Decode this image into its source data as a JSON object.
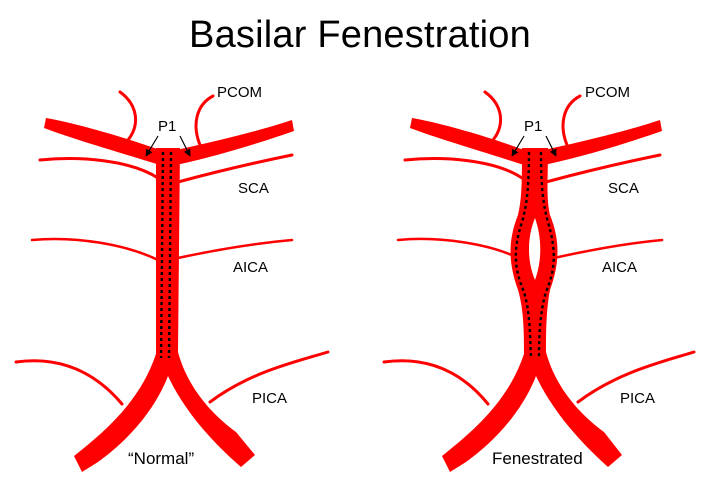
{
  "title": "Basilar Fenestration",
  "labels": {
    "pcom": "PCOM",
    "p1": "P1",
    "sca": "SCA",
    "aica": "AICA",
    "pica": "PICA"
  },
  "panels": [
    {
      "caption": "“Normal”"
    },
    {
      "caption": "Fenestrated"
    }
  ],
  "colors": {
    "vessel": "#ff0000",
    "ink": "#000000",
    "background": "#ffffff"
  }
}
